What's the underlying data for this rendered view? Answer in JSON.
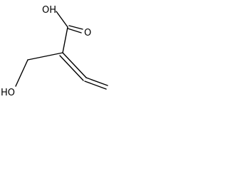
{
  "structure": {
    "atoms": {
      "top_oh": "OH",
      "carbonyl_o": "O",
      "left_oh": "HO"
    },
    "bond_color": "#000000",
    "background": "#ffffff"
  }
}
